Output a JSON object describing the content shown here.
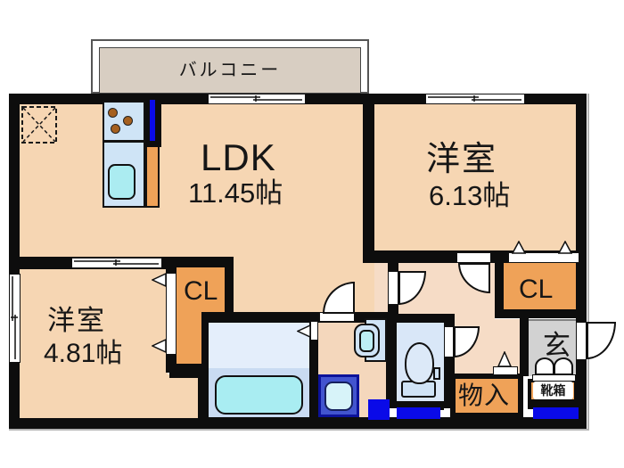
{
  "balcony": {
    "label": "バルコニー"
  },
  "rooms": {
    "ldk": {
      "name": "LDK",
      "size": "11.45帖"
    },
    "bedroom_right": {
      "name": "洋室",
      "size": "6.13帖"
    },
    "bedroom_left": {
      "name": "洋室",
      "size": "4.81帖"
    },
    "closet_mid": {
      "label": "CL"
    },
    "closet_right": {
      "label": "CL"
    },
    "entrance": {
      "label": "玄"
    },
    "storage": {
      "label": "物入"
    },
    "shoebox": {
      "label": "靴箱"
    }
  },
  "colors": {
    "wall": "#0d0d0d",
    "room_floor": "#f6d6b3",
    "hall_floor": "#f6dcc6",
    "closet_orange": "#efa258",
    "bath_floor": "#e4eefb",
    "bathtub": "#a9edf2",
    "toilet_floor": "#d9e7f8",
    "genkan_gray": "#d2d2d2",
    "accent_blue": "#0a0ae8",
    "balcony_fill": "#d8cec2"
  }
}
